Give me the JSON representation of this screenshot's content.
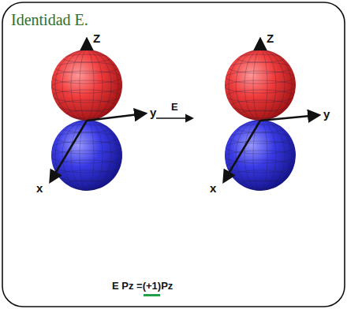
{
  "diagram": {
    "title": "Identidad E.",
    "labels": [
      "Z",
      "y",
      "x",
      "E",
      "Z",
      "y",
      "x",
      "E Pz =(+1)Pz"
    ]
  }
}
